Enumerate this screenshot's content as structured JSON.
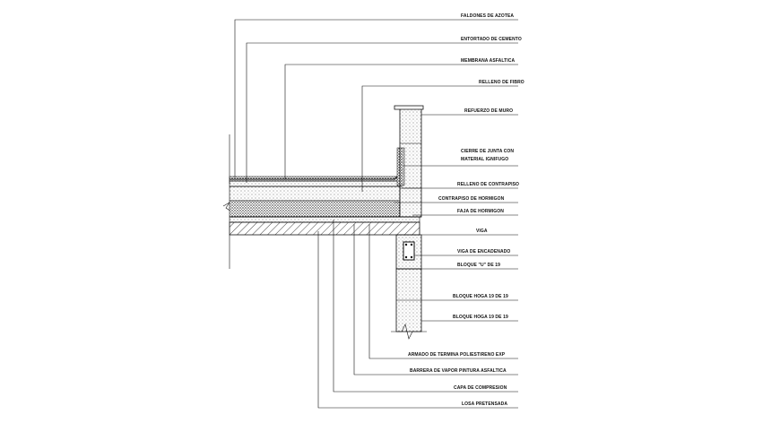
{
  "labels": {
    "l01": "FALDONES DE AZOTEA",
    "l02": "ENTORTADO DE CEMENTO",
    "l03": "MEMBRANA ASFALTICA",
    "l04": "RELLENO DE FIBRO",
    "l05": "REFUERZO DE MURO",
    "l06a": "CIERRE DE JUNTA CON",
    "l06b": "MATERIAL IGNIFUGO",
    "l07": "RELLENO DE CONTRAPISO",
    "l08": "CONTRAPISO DE HORMIGON",
    "l09": "FAJA DE HORMIGON",
    "l10": "VIGA",
    "l11": "VIGA DE ENCADENADO",
    "l12": "BLOQUE \"U\" DE 19",
    "l13": "BLOQUE HOGA 19 DE 19",
    "l14": "BLOQUE HOGA 19 DE 19",
    "l15": "ARMADO DE TERMINA POLIESTIRENO EXP",
    "l16": "BARRERA DE VAPOR PINTURA ASFALTICA",
    "l17": "CAPA DE COMPRESION",
    "l18": "LOSA PRETENSADA"
  }
}
